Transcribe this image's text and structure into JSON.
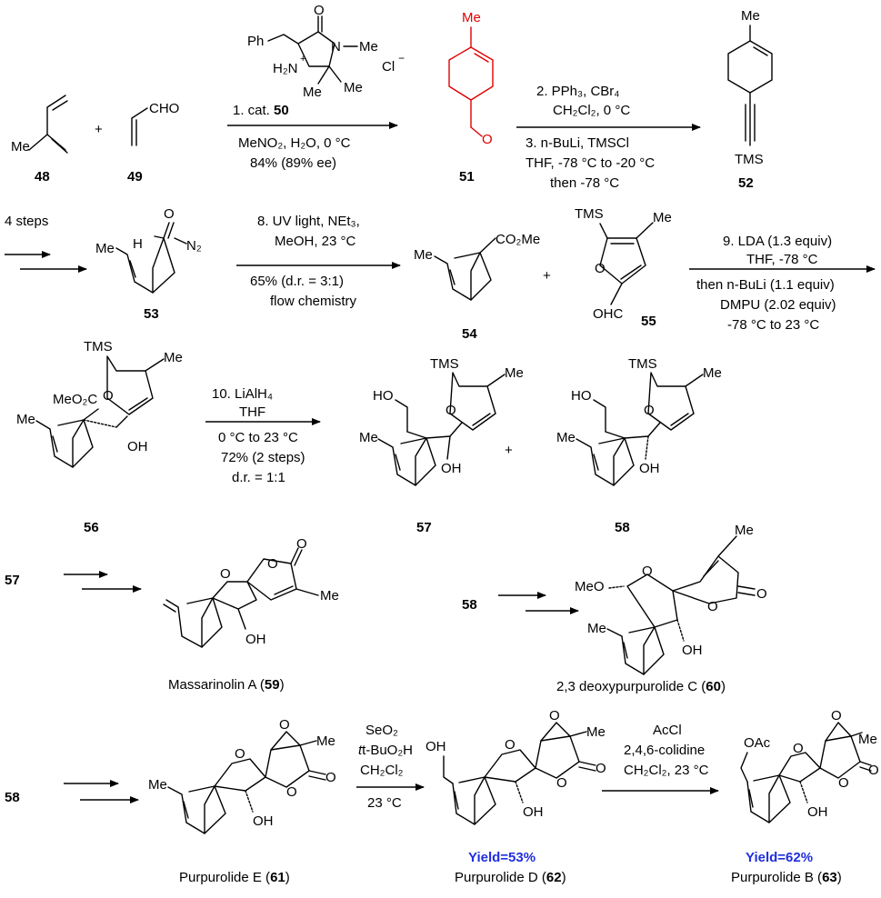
{
  "colors": {
    "ink": "#000000",
    "highlight": "#e00000",
    "yield": "#1f2ee0"
  },
  "compounds": {
    "c48": "48",
    "c49": "49",
    "c51": "51",
    "c52": "52",
    "c53": "53",
    "c54": "54",
    "c55": "55",
    "c56": "56",
    "c57": "57",
    "c58": "58",
    "c57b": "57",
    "c58b": "58",
    "c58c": "58"
  },
  "atoms": {
    "me": "Me",
    "cho": "CHO",
    "ph": "Ph",
    "o": "O",
    "n_me": "N",
    "me2": "Me",
    "cl": "Cl",
    "h2n": "H₂N",
    "plus": "+",
    "minus": "−",
    "tms": "TMS",
    "h": "H",
    "n2": "N₂",
    "co2me": "CO₂Me",
    "ohc": "OHC",
    "meo2c": "MeO₂C",
    "oh": "OH",
    "ho": "HO",
    "meo": "MeO",
    "oac": "OAc"
  },
  "steps": {
    "s1_line1": "1. cat. ",
    "s1_cat": "50",
    "s1_line2": "MeNO₂, H₂O, 0 °C",
    "s1_line3": "84% (89% ee)",
    "s2_line1": "2. PPh₃, CBr₄",
    "s2_line2": "CH₂Cl₂, 0 °C",
    "s3_line1": "3. n-BuLi, TMSCl",
    "s3_line2": "THF, -78 °C to -20 °C",
    "s3_line3": "then -78 °C",
    "four_steps": "4 steps",
    "s8_line1": "8. UV light, NEt₃,",
    "s8_line2": "MeOH, 23 °C",
    "s8_line3": "65% (d.r. = 3:1)",
    "s8_line4": "flow chemistry",
    "s9_line1": "9. LDA (1.3 equiv)",
    "s9_line2": "THF, -78 °C",
    "s9_line3": "then n-BuLi (1.1 equiv)",
    "s9_line4": "DMPU (2.02 equiv)",
    "s9_line5": "-78 °C to 23 °C",
    "s10_line1": "10. LiAlH₄",
    "s10_line2": "THF",
    "s10_line3": "0 °C to 23 °C",
    "s10_line4": "72% (2 steps)",
    "s10_line5": "d.r. = 1:1",
    "seo2": "SeO₂",
    "tbuo2h": "t-BuO₂H",
    "ch2cl2": "CH₂Cl₂",
    "temp23": "23 °C",
    "accl": "AcCl",
    "colidine": "2,4,6-colidine",
    "ch2cl2_23": "CH₂Cl₂, 23 °C"
  },
  "plus_sign": "+",
  "products": {
    "p59": "Massarinolin A (",
    "p59n": "59",
    "p60": "2,3 deoxypurpurolide C (",
    "p60n": "60",
    "p61": "Purpurolide E (",
    "p61n": "61",
    "p62": "Purpurolide D (",
    "p62n": "62",
    "p63": "Purpurolide B (",
    "p63n": "63",
    "close": ")"
  },
  "yields": {
    "y62": "Yield=53%",
    "y63": "Yield=62%"
  }
}
